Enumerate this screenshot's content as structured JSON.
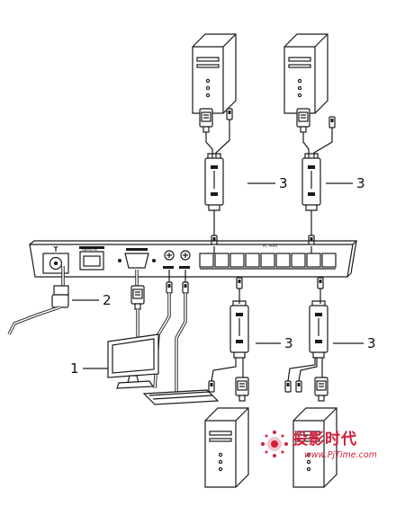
{
  "callouts": {
    "monitor": "1",
    "power": "2",
    "adapter_top_left": "3",
    "adapter_top_right": "3",
    "adapter_bottom_left": "3",
    "adapter_bottom_right": "3"
  },
  "switch_labels": {
    "remote": "REMOTE",
    "pc_port": "PC PORT"
  },
  "watermark": {
    "title": "投影时代",
    "url": "www.PjTime.com",
    "accent_color": "#d2203a"
  }
}
